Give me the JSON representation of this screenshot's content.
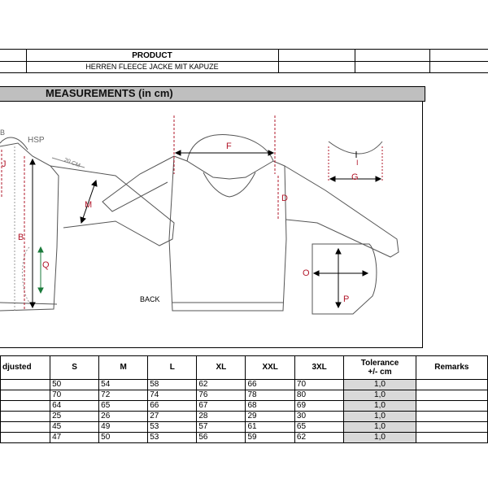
{
  "product": {
    "header_label": "PRODUCT",
    "name": "HERREN FLEECE JACKE MIT KAPUZE"
  },
  "measurements": {
    "title": "MEASUREMENTS (in cm)"
  },
  "drawing": {
    "labels": {
      "B_top": "B",
      "HSP": "HSP",
      "J": "J",
      "cm20": "20 CM",
      "M": "M",
      "B": "B",
      "Q": "Q",
      "F": "F",
      "D": "D",
      "I": "I",
      "G": "G",
      "O": "O",
      "P": "P",
      "back": "BACK"
    }
  },
  "table": {
    "headers": [
      "djusted",
      "S",
      "M",
      "L",
      "XL",
      "XXL",
      "3XL",
      "Tolerance\n+/- cm",
      "Remarks"
    ],
    "tolerance_line1": "Tolerance",
    "tolerance_line2": "+/- cm",
    "rows": [
      {
        "S": "50",
        "M": "54",
        "L": "58",
        "XL": "62",
        "XXL": "66",
        "3XL": "70",
        "tol": "1,0"
      },
      {
        "S": "70",
        "M": "72",
        "L": "74",
        "XL": "76",
        "XXL": "78",
        "3XL": "80",
        "tol": "1,0"
      },
      {
        "S": "64",
        "M": "65",
        "L": "66",
        "XL": "67",
        "XXL": "68",
        "3XL": "69",
        "tol": "1,0"
      },
      {
        "S": "25",
        "M": "26",
        "L": "27",
        "XL": "28",
        "XXL": "29",
        "3XL": "30",
        "tol": "1,0"
      },
      {
        "S": "45",
        "M": "49",
        "L": "53",
        "XL": "57",
        "XXL": "61",
        "3XL": "65",
        "tol": "1,0"
      },
      {
        "S": "47",
        "M": "50",
        "L": "53",
        "XL": "56",
        "XXL": "59",
        "3XL": "62",
        "tol": "1,0"
      }
    ]
  }
}
